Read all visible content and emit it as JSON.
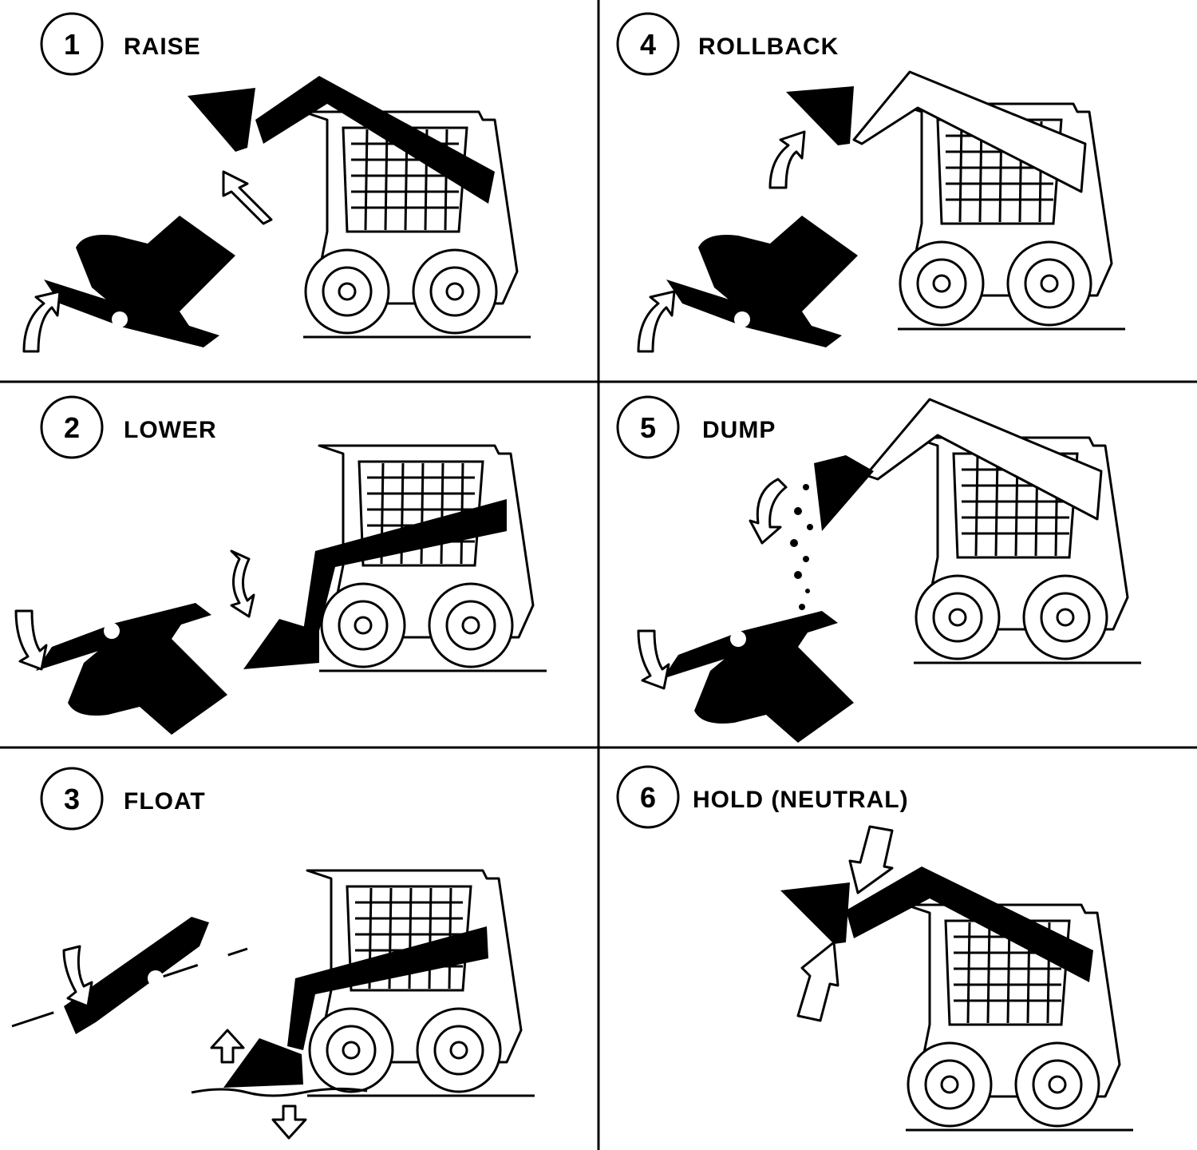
{
  "panels": [
    {
      "number": "1",
      "label": "RAISE"
    },
    {
      "number": "2",
      "label": "LOWER"
    },
    {
      "number": "3",
      "label": "FLOAT"
    },
    {
      "number": "4",
      "label": "ROLLBACK"
    },
    {
      "number": "5",
      "label": "DUMP"
    },
    {
      "number": "6",
      "label": "HOLD (NEUTRAL)"
    }
  ],
  "colors": {
    "ink": "#000000",
    "background": "#ffffff"
  }
}
